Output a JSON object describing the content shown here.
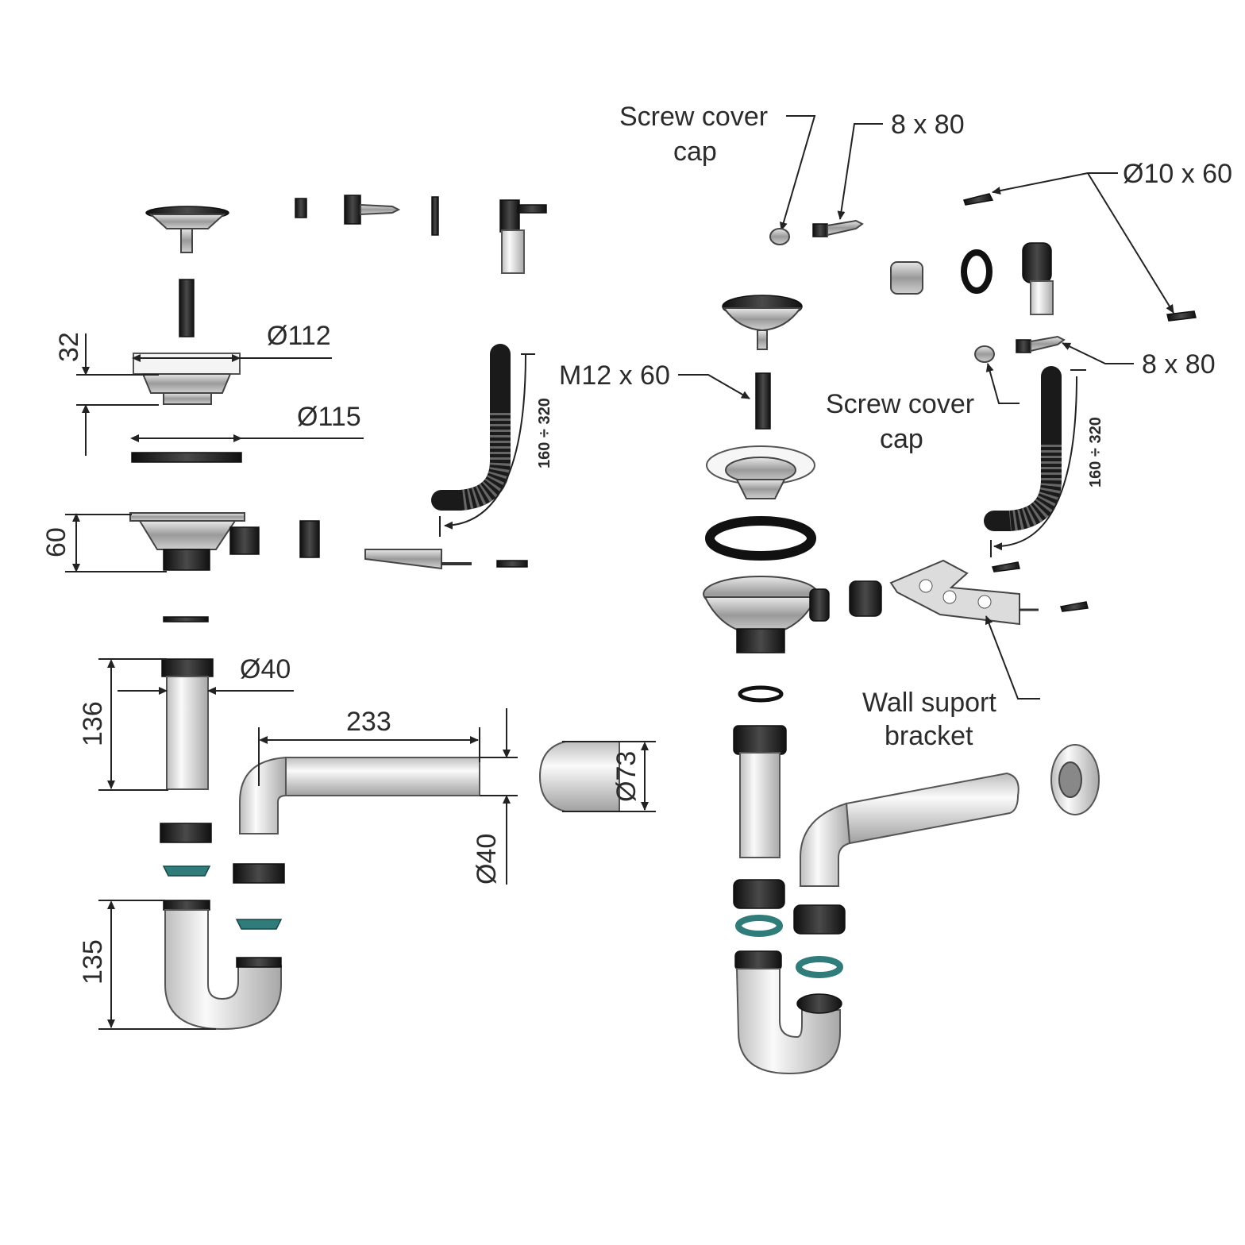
{
  "labels": {
    "screw_cover_cap_top_line1": "Screw cover",
    "screw_cover_cap_top_line2": "cap",
    "screw_8x80_top": "8 x 80",
    "dowel_10x60": "Ø10 x 60",
    "screw_8x80_right": "8 x 80",
    "screw_cover_cap_mid_line1": "Screw cover",
    "screw_cover_cap_mid_line2": "cap",
    "bolt_m12x60": "M12 x 60",
    "wall_bracket_line1": "Wall suport",
    "wall_bracket_line2": "bracket"
  },
  "dimensions": {
    "d112": "Ø112",
    "d115": "Ø115",
    "h32": "32",
    "h60": "60",
    "d40_tube": "Ø40",
    "h136": "136",
    "len233": "233",
    "d73": "Ø73",
    "d40_outlet": "Ø40",
    "h135": "135",
    "hose_left": "160 ÷ 320",
    "hose_right": "160 ÷ 320"
  },
  "colors": {
    "line": "#222222",
    "dark_part": "#1a1a1a",
    "pipe_white": "#f2f2f2",
    "gasket_teal": "#2f7c7a"
  }
}
